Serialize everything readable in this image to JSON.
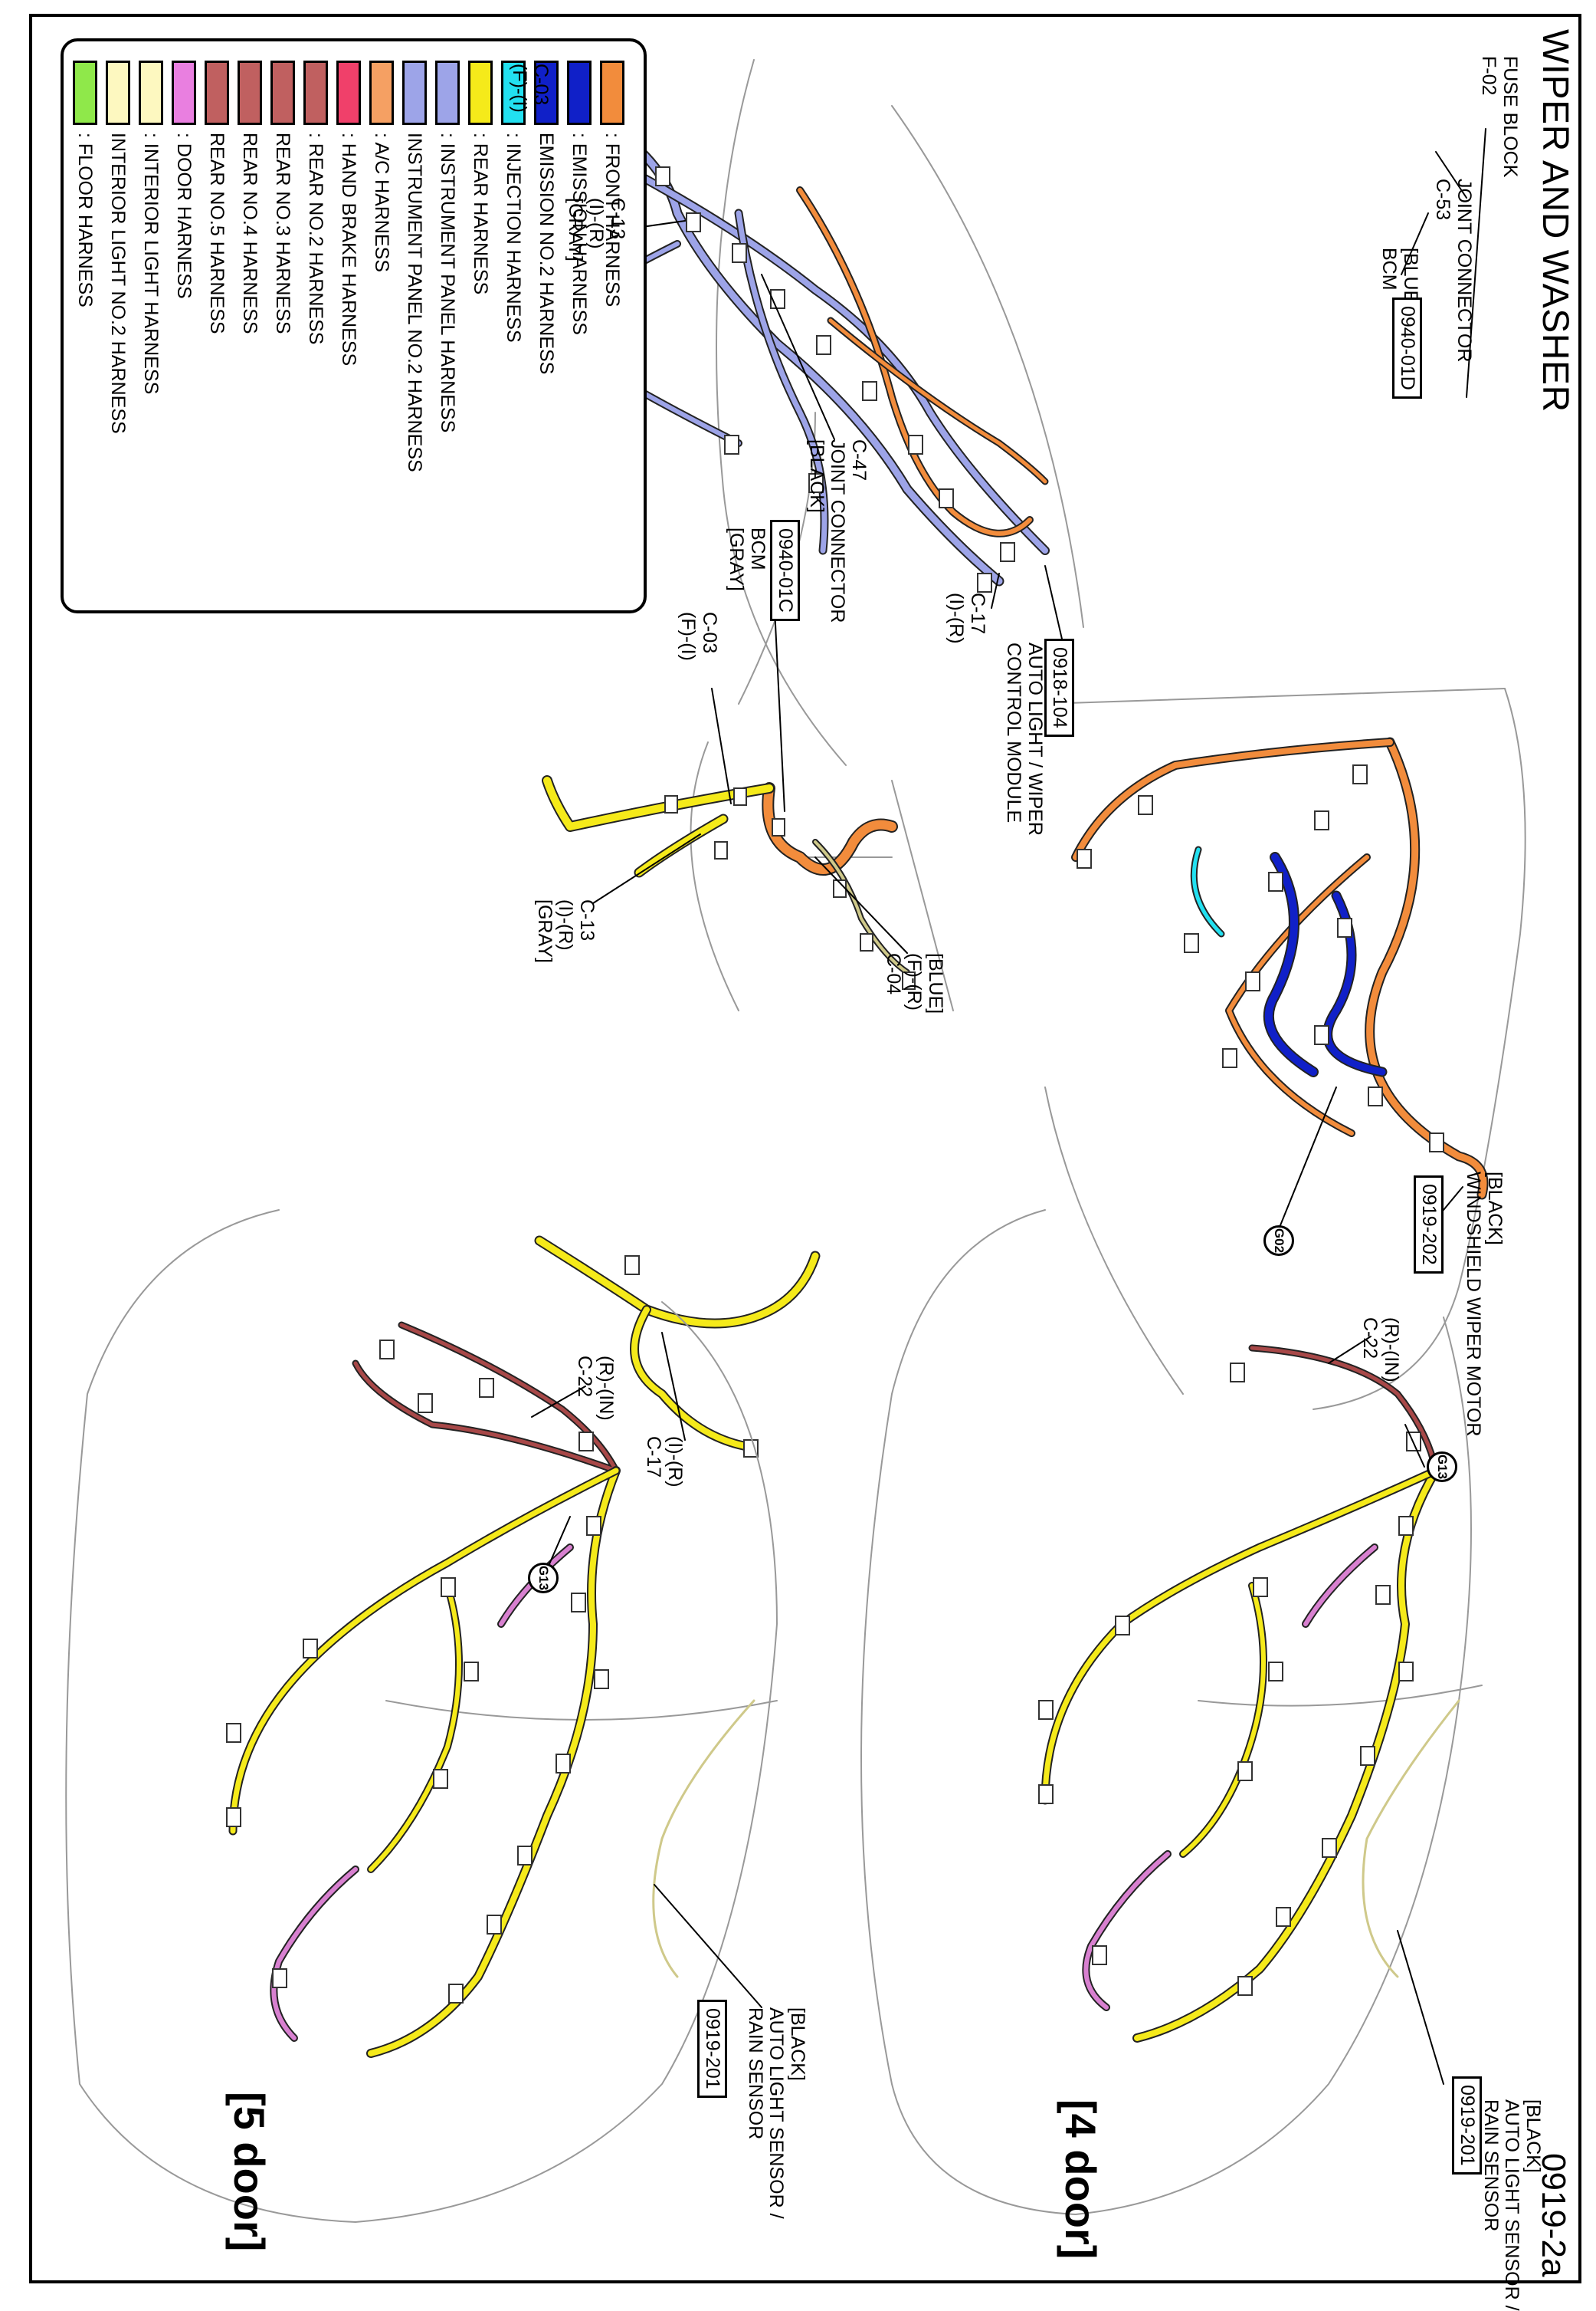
{
  "header": {
    "title": "WIPER AND WASHER",
    "page_number": "0919-2a"
  },
  "legend": {
    "items": [
      {
        "color": "#f28c3c",
        "label": ": FRONT HARNESS"
      },
      {
        "color": "#1020c8",
        "label": ": EMISSION HARNESS"
      },
      {
        "color": "#1020c8",
        "label": "EMISSION NO.2 HARNESS"
      },
      {
        "color": "#22e0f0",
        "label": ": INJECTION HARNESS"
      },
      {
        "color": "#f5ea1a",
        "label": ": REAR HARNESS"
      },
      {
        "color": "#9da4e8",
        "label": ": INSTRUMENT PANEL HARNESS"
      },
      {
        "color": "#9da4e8",
        "label": "INSTRUMENT PANEL NO.2 HARNESS"
      },
      {
        "color": "#f5a063",
        "label": ": A/C HARNESS"
      },
      {
        "color": "#f0406a",
        "label": ": HAND BRAKE HARNESS"
      },
      {
        "color": "#c06060",
        "label": ": REAR NO.2 HARNESS"
      },
      {
        "color": "#c06060",
        "label": "REAR NO.3 HARNESS"
      },
      {
        "color": "#c06060",
        "label": "REAR NO.4 HARNESS"
      },
      {
        "color": "#c06060",
        "label": "REAR NO.5 HARNESS"
      },
      {
        "color": "#e97fe0",
        "label": ": DOOR HARNESS"
      },
      {
        "color": "#fdf8c0",
        "label": ": INTERIOR LIGHT HARNESS"
      },
      {
        "color": "#fdf8c0",
        "label": "INTERIOR LIGHT NO.2 HARNESS"
      },
      {
        "color": "#8fe84a",
        "label": ": FLOOR HARNESS"
      }
    ]
  },
  "callouts": {
    "fuse_block": [
      "FUSE BLOCK",
      "F-02"
    ],
    "c53": [
      "JOINT CONNECTOR",
      "C-53"
    ],
    "bcm_blue": [
      "[BLUE]",
      "BCM"
    ],
    "bcm_blue_code": "0940-01D",
    "c03_top": [
      "C-03",
      "(F)-(I)"
    ],
    "c13_top": [
      "C-13",
      "(I)-(R)",
      "[GRAY]"
    ],
    "c47": [
      "C-47",
      "JOINT CONNECTOR",
      "[BLACK]"
    ],
    "c17_top": [
      "C-17",
      "(I)-(R)"
    ],
    "auto_light_module_code": "0918-104",
    "auto_light_module": [
      "AUTO LIGHT / WIPER",
      "CONTROL MODULE"
    ],
    "bcm_gray_code": "0940-01C",
    "bcm_gray": [
      "BCM",
      "[GRAY]"
    ],
    "c03_mid": [
      "C-03",
      "(F)-(I)"
    ],
    "c13_mid": [
      "C-13",
      "(I)-(R)",
      "[GRAY]"
    ],
    "c04": [
      "[BLUE]",
      "(F)-(R)",
      "C-04"
    ],
    "wiper_motor": [
      "[BLACK]",
      "WINDSHIELD WIPER MOTOR"
    ],
    "wiper_motor_code": "0919-202",
    "g02": "G02",
    "c22_4door": [
      "(R)-(IN)",
      "C-22"
    ],
    "g13_4door": "G13",
    "c17_bottom": [
      "(I)-(R)",
      "C-17"
    ],
    "c22_5door": [
      "(R)-(IN)",
      "C-22"
    ],
    "g13_5door": "G13",
    "rain_sensor_4door": [
      "[BLACK]",
      "AUTO LIGHT SENSOR /",
      "RAIN SENSOR"
    ],
    "rain_sensor_4door_code": "0919-201",
    "rain_sensor_5door": [
      "[BLACK]",
      "AUTO LIGHT SENSOR /",
      "RAIN SENSOR"
    ],
    "rain_sensor_5door_code": "0919-201",
    "door4": "[4 door]",
    "door5": "[5 door]"
  },
  "colors": {
    "front": "#f28c3c",
    "emission": "#1020c8",
    "injection": "#22e0f0",
    "rear": "#f5ea1a",
    "instrument_panel": "#9da4e8",
    "rear_no2": "#a84848",
    "door": "#d880d0",
    "interior_light": "#cfc98a",
    "floor": "#8fe84a",
    "outline": "#999999"
  }
}
